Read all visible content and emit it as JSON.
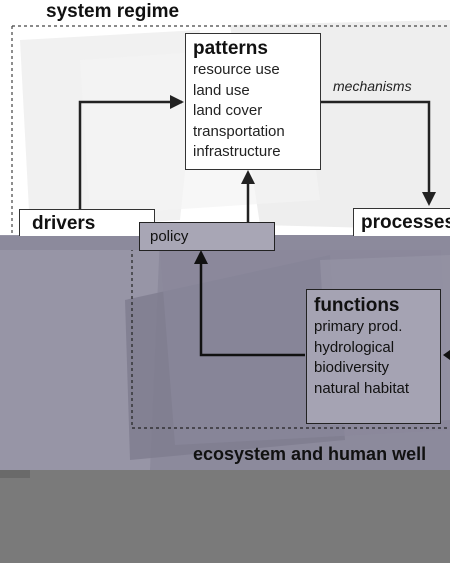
{
  "diagram": {
    "top_regime_label": "system regime",
    "bottom_regime_label": "ecosystem and human well",
    "patterns": {
      "title": "patterns",
      "items": [
        "resource use",
        "land use",
        "land cover",
        "transportation",
        "infrastructure"
      ]
    },
    "mechanisms_label": "mechanisms",
    "drivers": {
      "title": "drivers"
    },
    "processes": {
      "title": "processes"
    },
    "policy": {
      "title": "policy"
    },
    "functions": {
      "title": "functions",
      "items": [
        "primary prod.",
        "hydrological",
        "biodiversity",
        "natural habitat"
      ]
    }
  }
}
